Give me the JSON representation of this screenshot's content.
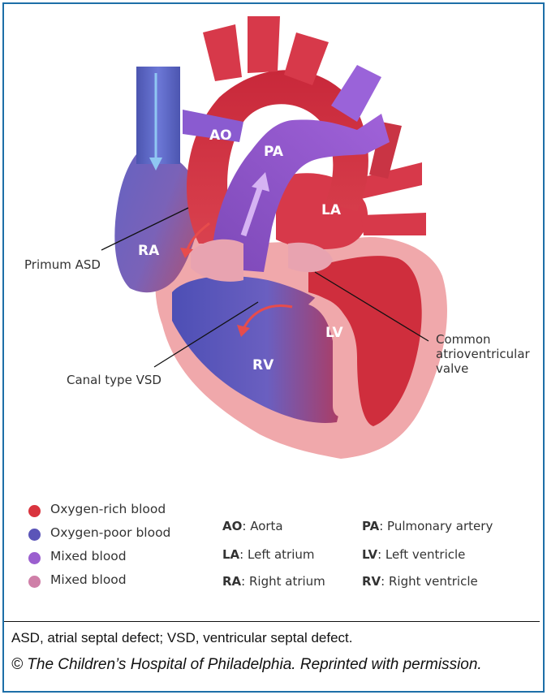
{
  "labels": {
    "ao": "AO",
    "pa": "PA",
    "la": "LA",
    "ra": "RA",
    "lv": "LV",
    "rv": "RV",
    "primum_asd": "Primum ASD",
    "canal_vsd": "Canal type VSD",
    "common_av_valve_line1": "Common",
    "common_av_valve_line2": "atrioventricular",
    "common_av_valve_line3": "valve"
  },
  "legend": {
    "items": [
      {
        "label": "Oxygen-rich blood",
        "color": "#d9343e"
      },
      {
        "label": "Oxygen-poor blood",
        "color": "#5b55b8"
      },
      {
        "label": "Mixed blood",
        "color": "#9b5fcf"
      },
      {
        "label": "Mixed blood",
        "color": "#cf7fa8"
      }
    ]
  },
  "abbreviations": [
    {
      "abbr": "AO",
      "text": ": Aorta"
    },
    {
      "abbr": "LA",
      "text": ": Left atrium"
    },
    {
      "abbr": "RA",
      "text": ": Right atrium"
    },
    {
      "abbr": "PA",
      "text": ": Pulmonary artery"
    },
    {
      "abbr": "LV",
      "text": ": Left ventricle"
    },
    {
      "abbr": "RV",
      "text": ": Right ventricle"
    }
  ],
  "caption": {
    "definitions": "ASD, atrial septal defect; VSD, ventricular septal defect.",
    "copyright": "© The Children’s Hospital of Philadelphia. Reprinted with permission."
  }
}
